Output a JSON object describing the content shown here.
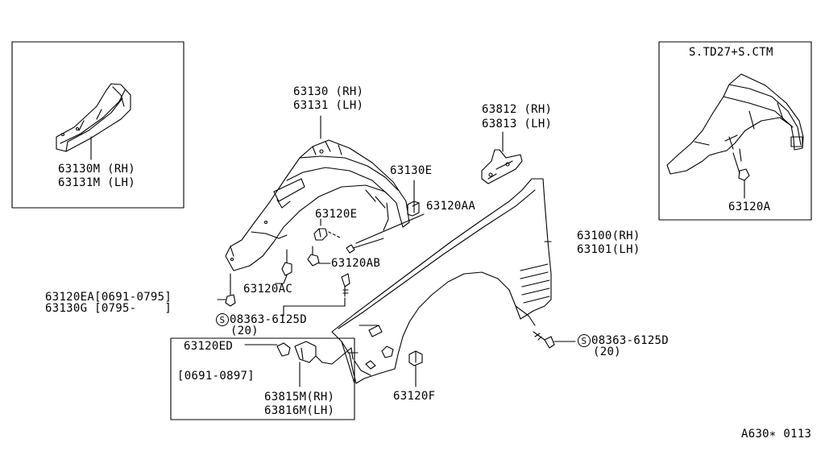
{
  "labels": {
    "inset_left_part": [
      "63130M (RH)",
      "63131M (LH)"
    ],
    "inset_right_title": "S.TD27+S.CTM",
    "inset_right_part": "63120A",
    "liner": [
      "63130 (RH)",
      "63131 (LH)"
    ],
    "bracket": [
      "63812 (RH)",
      "63813 (LH)"
    ],
    "clip_e": "63130E",
    "clip_aa": "63120AA",
    "clip_e_small": "63120E",
    "fender": [
      "63100(RH)",
      "63101(LH)"
    ],
    "clip_ab": "63120AB",
    "clip_ac": "63120AC",
    "grommet_ea": [
      "63120EA[0691-0795]",
      "63130G [0795-    ]"
    ],
    "bolt_left": [
      "08363-6125D",
      "(20)"
    ],
    "bolt_right": [
      "08363-6125D",
      "(20)"
    ],
    "bolt_symbol": "S",
    "box_ed": "63120ED",
    "box_date": "[0691-0897]",
    "mud": [
      "63815M(RH)",
      "63816M(LH)"
    ],
    "clip_f": "63120F",
    "ref_code": "A630∗ 0113"
  }
}
